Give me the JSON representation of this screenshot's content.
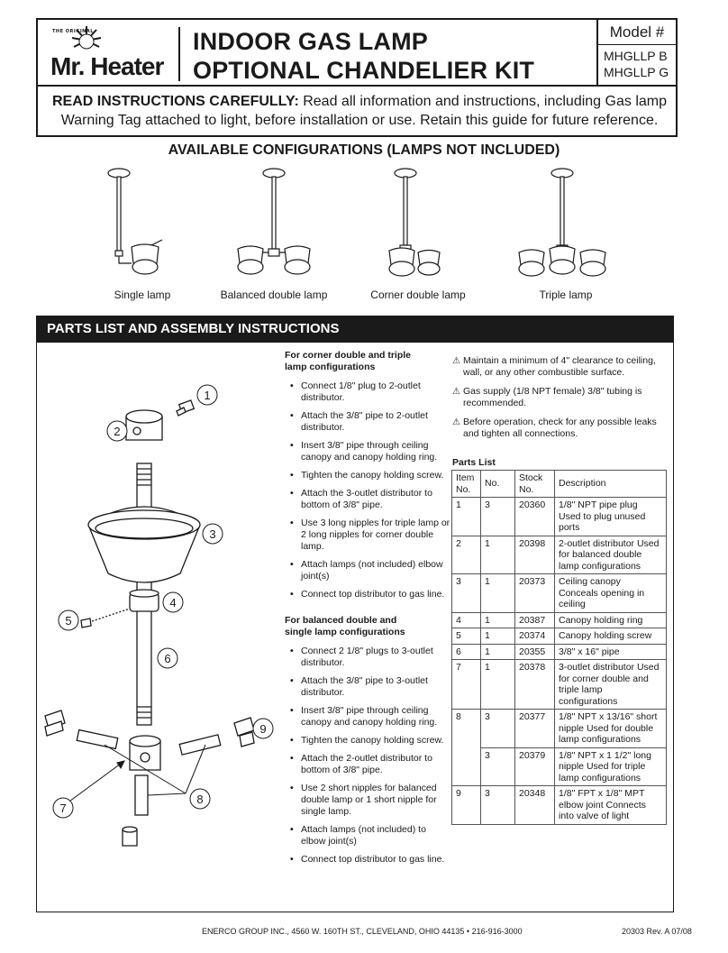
{
  "header": {
    "logo_small": "THE ORIGINAL",
    "logo_text": "Mr. Heater",
    "title_line1": "INDOOR GAS LAMP",
    "title_line2": "OPTIONAL CHANDELIER KIT",
    "model_label": "Model #",
    "models": [
      "MHGLLP B",
      "MHGLLP G"
    ],
    "read_bold": "READ INSTRUCTIONS CAREFULLY:",
    "read_text": " Read all information and instructions, including Gas lamp Warning Tag attached to light, before installation or use. Retain this guide for future reference."
  },
  "configurations": {
    "title": "AVAILABLE CONFIGURATIONS (LAMPS NOT INCLUDED)",
    "items": [
      "Single lamp",
      "Balanced double lamp",
      "Corner double lamp",
      "Triple lamp"
    ]
  },
  "section_title": "PARTS LIST AND ASSEMBLY INSTRUCTIONS",
  "diagram_callouts": [
    "1",
    "2",
    "3",
    "4",
    "5",
    "6",
    "7",
    "8",
    "9"
  ],
  "corner": {
    "heading_line1": "For corner double and triple",
    "heading_line2": "lamp configurations",
    "steps": [
      "Connect 1/8\" plug to 2-outlet distributor.",
      "Attach the 3/8\" pipe to 2-outlet distributor.",
      "Insert 3/8\" pipe through ceiling canopy and canopy holding ring.",
      "Tighten the canopy holding screw.",
      "Attach the 3-outlet distributor to bottom of 3/8\" pipe.",
      "Use 3 long nipples for triple lamp or 2 long nipples for corner double lamp.",
      "Attach lamps (not included) elbow joint(s)",
      "Connect top distributor to gas line."
    ]
  },
  "balanced": {
    "heading_line1": "For balanced double and",
    "heading_line2": "single lamp configurations",
    "steps": [
      "Connect 2 1/8\" plugs to 3-outlet distributor.",
      "Attach the 3/8\" pipe to 3-outlet distributor.",
      "Insert 3/8\" pipe through ceiling canopy and canopy holding ring.",
      "Tighten the canopy holding screw.",
      "Attach the 2-outlet distributor to bottom of 3/8\" pipe.",
      "Use 2 short nipples for balanced double lamp or 1 short nipple for single lamp.",
      "Attach lamps (not included) to elbow joint(s)",
      "Connect top distributor to gas line."
    ]
  },
  "warnings": [
    "Maintain a minimum of 4\" clearance to ceiling, wall, or any other combustible surface.",
    "Gas supply (1/8 NPT female) 3/8\" tubing is recommended.",
    "Before operation, check for any possible leaks and tighten all connections."
  ],
  "parts": {
    "title": "Parts List",
    "headers": [
      "Item No.",
      "No.",
      "Stock No.",
      "Description"
    ],
    "rows": [
      [
        "1",
        "3",
        "20360",
        "1/8\" NPT pipe plug Used to plug unused ports"
      ],
      [
        "2",
        "1",
        "20398",
        "2-outlet distributor Used for balanced double lamp configurations"
      ],
      [
        "3",
        "1",
        "20373",
        "Ceiling canopy Conceals opening in ceiling"
      ],
      [
        "4",
        "1",
        "20387",
        "Canopy holding ring"
      ],
      [
        "5",
        "1",
        "20374",
        "Canopy holding screw"
      ],
      [
        "6",
        "1",
        "20355",
        "3/8\" x 16\" pipe"
      ],
      [
        "7",
        "1",
        "20378",
        "3-outlet distributor Used for corner double and triple lamp configurations"
      ],
      [
        "8",
        "3",
        "20377",
        "1/8\" NPT x 13/16\" short nipple Used for double lamp configurations"
      ],
      [
        "",
        "3",
        "20379",
        "1/8\" NPT x 1 1/2\" long nipple Used for triple lamp configurations"
      ],
      [
        "9",
        "3",
        "20348",
        "1/8\" FPT x 1/8\" MPT elbow joint Connects into valve of light"
      ]
    ]
  },
  "footer": {
    "left": "ENERCO GROUP INC., 4560 W. 160TH ST., CLEVELAND, OHIO 44135 • 216-916-3000",
    "right": "20303 Rev. A 07/08"
  }
}
